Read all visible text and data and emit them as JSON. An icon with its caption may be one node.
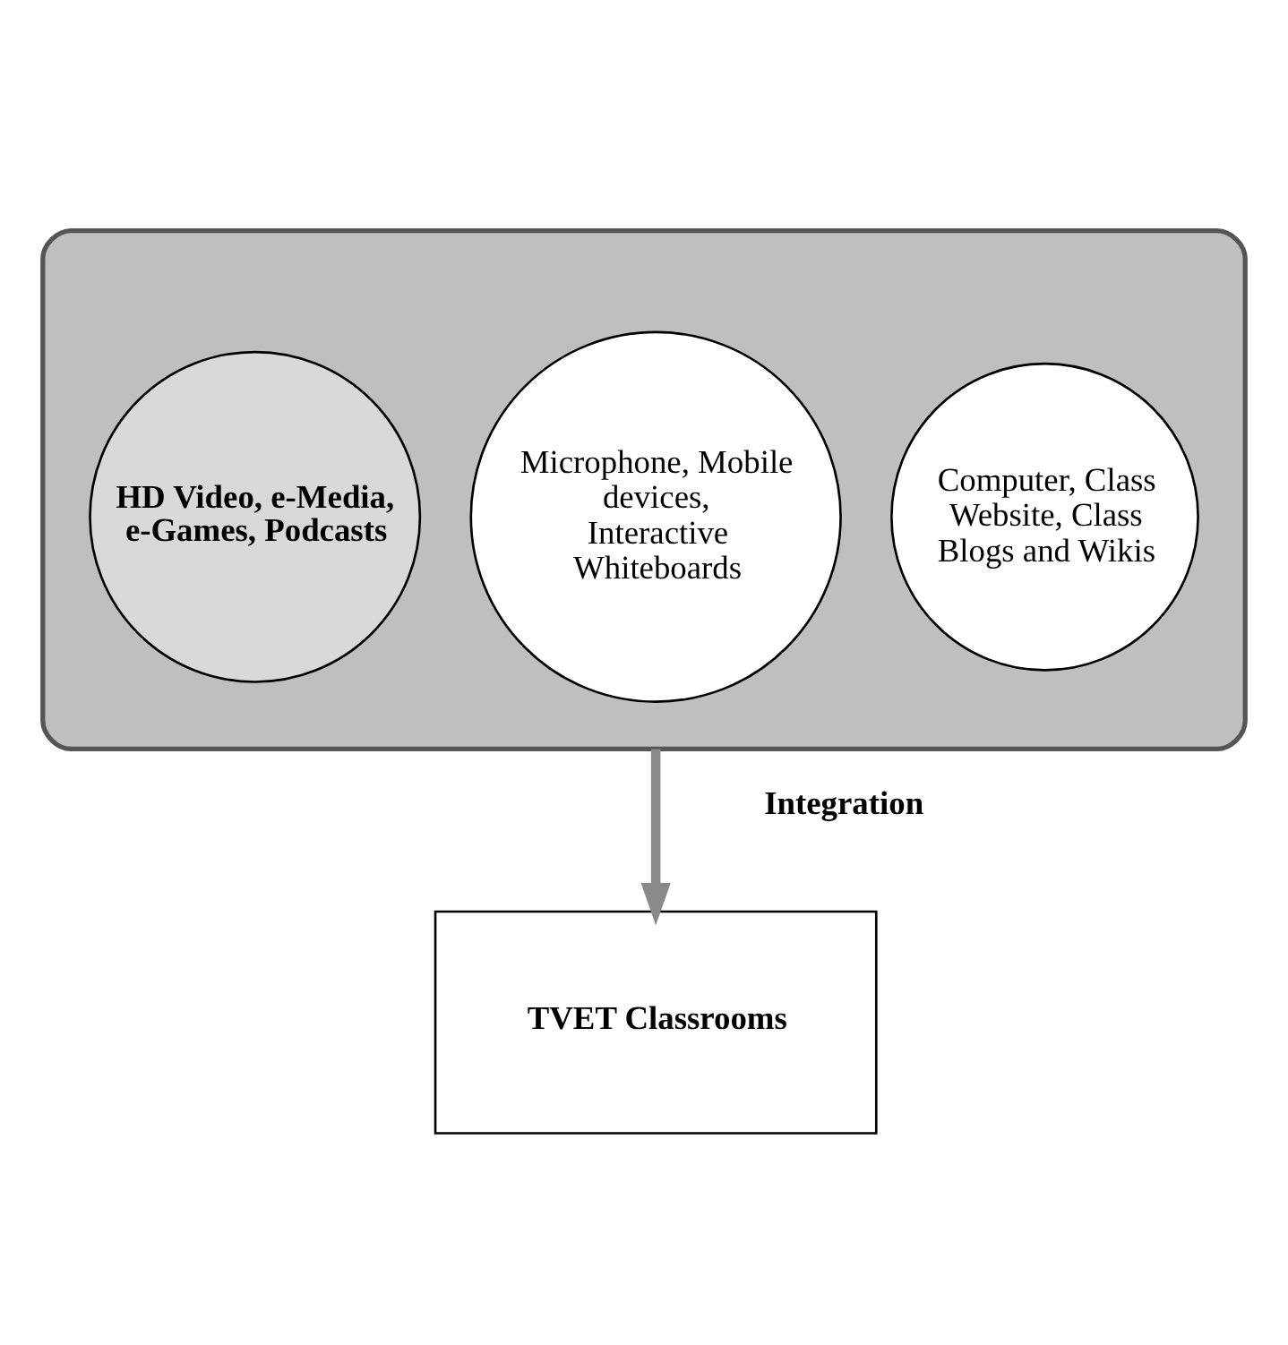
{
  "diagram": {
    "nodes": [
      {
        "text": [],
        "shape": "funnel"
      },
      {
        "text": [
          "Computer, Class Website, Class Blogs and Wikis"
        ],
        "in": 0
      },
      {
        "text": [
          "Microphone, Mobile devices, Interactive Whiteboards"
        ],
        "in": 0
      },
      {
        "text": [
          "HD Video, e-Media, e-Games, Podcasts"
        ],
        "in": 0
      },
      {
        "text": [
          "TVET Classrooms"
        ]
      }
    ],
    "edges": [
      {
        "from": 0,
        "to": 4,
        "arrow": "to",
        "label": "Integration"
      }
    ]
  }
}
